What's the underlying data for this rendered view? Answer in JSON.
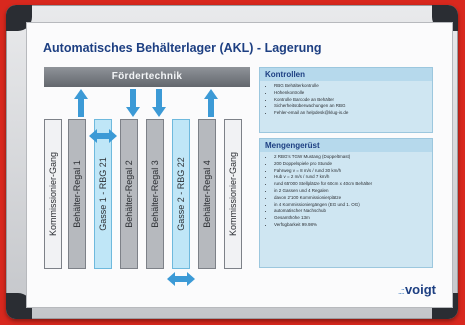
{
  "title": "Automatisches Behälterlager (AKL) - Lagerung",
  "diagram": {
    "header": "Fördertechnik",
    "columns": [
      "Kommissionier-Gang",
      "Behälter-Regal 1",
      "Gasse 1 - RBG 21",
      "Behälter-Regal 2",
      "Behälter-Regal 3",
      "Gasse 2 - RBG 22",
      "Behälter-Regal 4",
      "Kommissionier-Gang"
    ]
  },
  "kontrollen": {
    "heading": "Kontrollen",
    "items": [
      "RBG Behälterkontrolle",
      "Höhenkontrolle",
      "Kontrolle Barcode an Behälter",
      "Sicherheitsüberwachungen an RBG",
      "Fehler-email an helpdesk@klug-is.de"
    ]
  },
  "mengen": {
    "heading": "Mengengerüst",
    "items": [
      "2 RBG's TGW Mustang (Doppeltmast)",
      "200 Doppelspiele pro Stunde",
      "Fahrweg v = 8 m/s / rund 30 km/h",
      "Hub v = 2 m/s / rund 7 km/h",
      "rund 65'000 Stellplätze für 60cm x 40cm Behälter",
      "in 2 Gassen und 4 Regalen",
      "davon 2'100 Kommissionierplätze",
      "in 4 Kommissioniergängen (EG und 1. OG)",
      "automatischer Nachschub",
      "Gesamthöhe 13m",
      "Verfügbarkeit 99.98%"
    ]
  },
  "logo": {
    "marks": "..::",
    "text": "voigt"
  },
  "colors": {
    "frame_red": "#d8281e",
    "title_blue": "#1d3f82",
    "arrow_blue": "#3c9ad6"
  }
}
